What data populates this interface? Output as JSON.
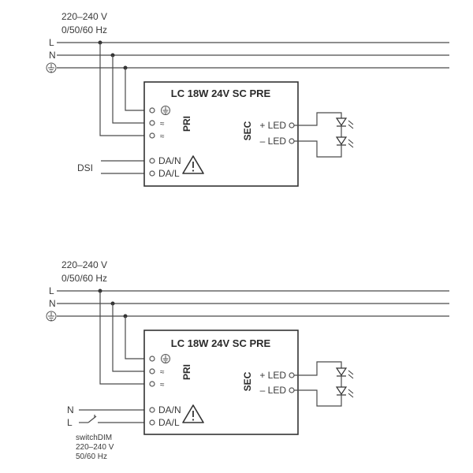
{
  "diagram1": {
    "supply_voltage": "220–240 V",
    "supply_freq": "0/50/60 Hz",
    "line_L": "L",
    "line_N": "N",
    "device_title": "LC 18W 24V SC PRE",
    "pri_label": "PRI",
    "sec_label": "SEC",
    "term_approx1": "≈",
    "term_approx2": "≈",
    "term_dan": "DA/N",
    "term_dal": "DA/L",
    "led_plus": "+ LED",
    "led_minus": "– LED",
    "dsi_label": "DSI"
  },
  "diagram2": {
    "supply_voltage": "220–240 V",
    "supply_freq": "0/50/60 Hz",
    "line_L": "L",
    "line_N": "N",
    "device_title": "LC 18W 24V SC PRE",
    "pri_label": "PRI",
    "sec_label": "SEC",
    "term_approx1": "≈",
    "term_approx2": "≈",
    "term_dan": "DA/N",
    "term_dal": "DA/L",
    "led_plus": "+ LED",
    "led_minus": "– LED",
    "switch_N": "N",
    "switch_L": "L",
    "switchdim_name": "switchDIM",
    "switchdim_voltage": "220–240 V",
    "switchdim_freq": "50/60 Hz"
  },
  "icons": {
    "earth": "earth-ground-icon",
    "warning": "warning-triangle-icon",
    "led": "led-diode-icon"
  }
}
